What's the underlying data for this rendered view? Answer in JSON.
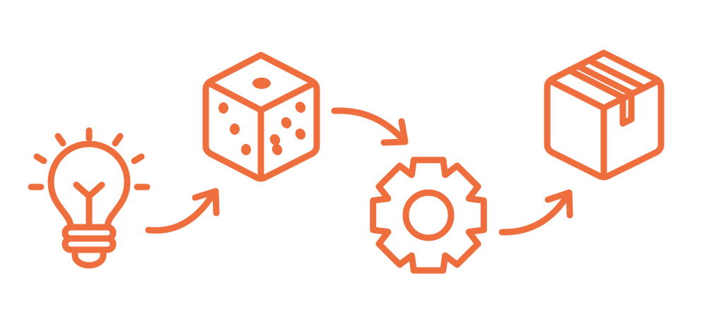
{
  "diagram": {
    "accent_color": "#EE6E3E",
    "background_color": "#FFFFFF",
    "flow": [
      {
        "step": 1,
        "icon": "lightbulb-icon"
      },
      {
        "step": 2,
        "icon": "dice-icon"
      },
      {
        "step": 3,
        "icon": "gear-icon"
      },
      {
        "step": 4,
        "icon": "box-icon"
      }
    ],
    "connectors": [
      "arrow-icon",
      "arrow-icon",
      "arrow-icon"
    ]
  }
}
